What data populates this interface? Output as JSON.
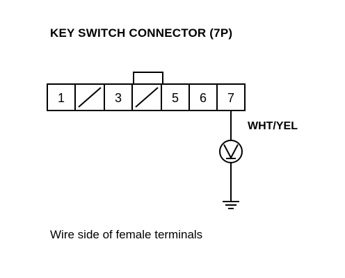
{
  "diagram": {
    "title": "KEY SWITCH CONNECTOR (7P)",
    "connector": {
      "cavities": [
        {
          "label": "1",
          "empty": false
        },
        {
          "label": "",
          "empty": true
        },
        {
          "label": "3",
          "empty": false
        },
        {
          "label": "",
          "empty": true
        },
        {
          "label": "5",
          "empty": false
        },
        {
          "label": "6",
          "empty": false
        },
        {
          "label": "7",
          "empty": false
        }
      ]
    },
    "wire_color_label": "WHT/YEL",
    "meter_icon": "voltmeter-icon",
    "ground_icon": "ground-icon",
    "caption": "Wire side of female terminals"
  }
}
